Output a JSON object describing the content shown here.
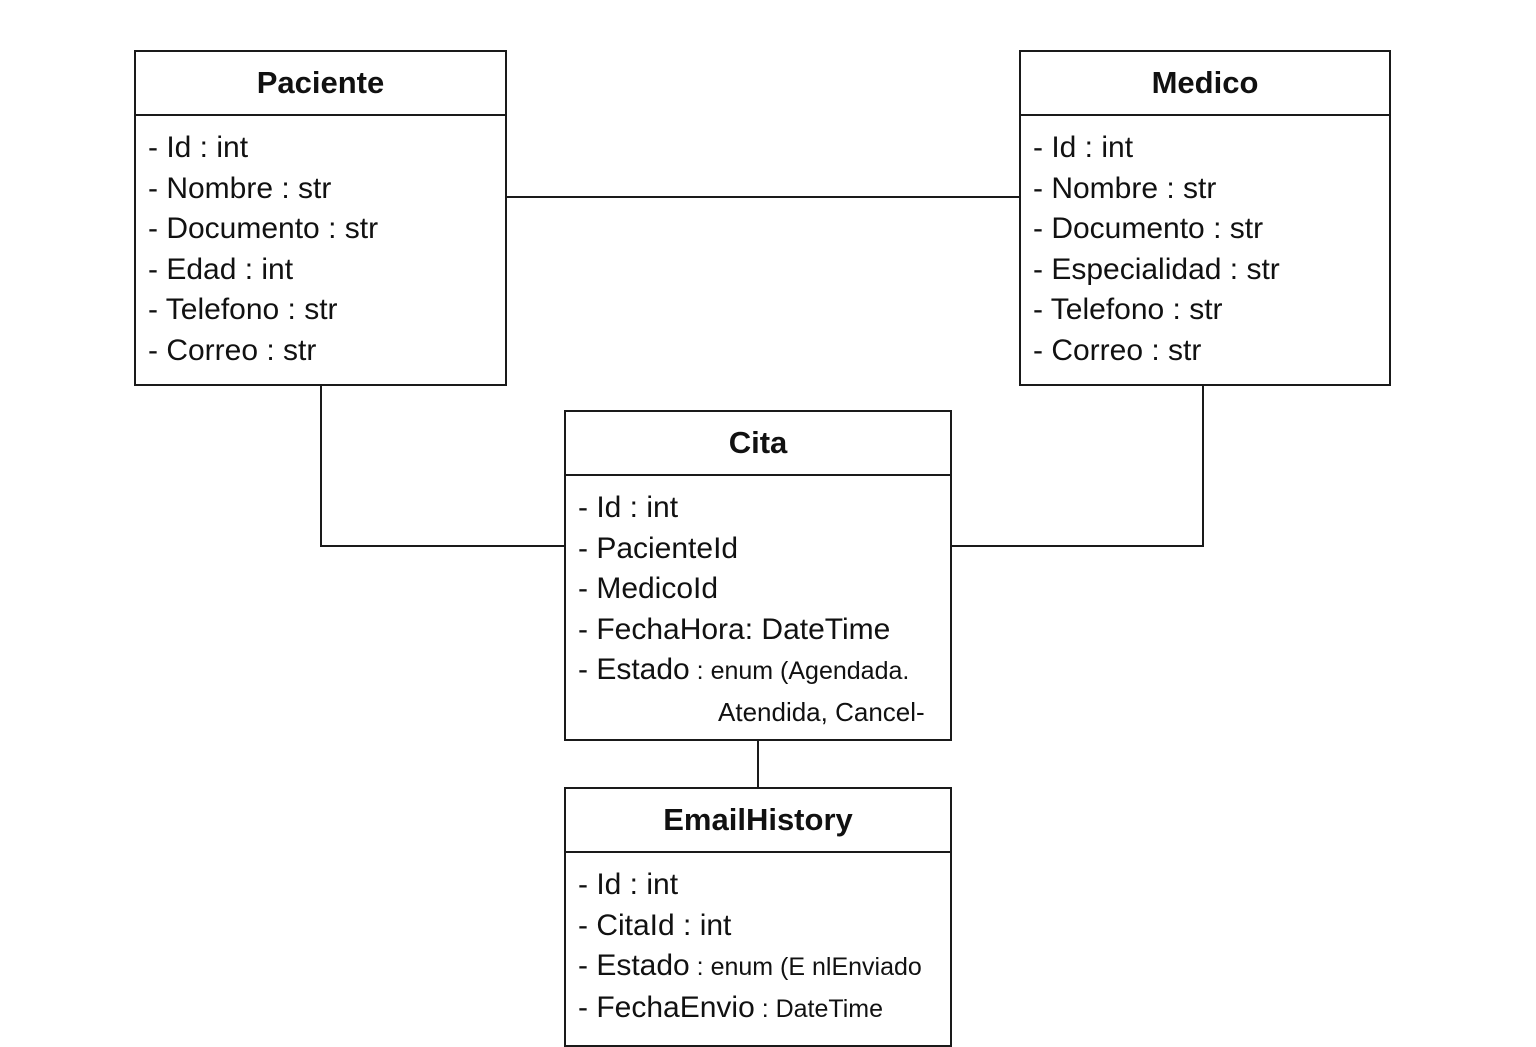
{
  "classes": {
    "paciente": {
      "name": "Paciente",
      "attributes": [
        "- Id : int",
        "- Nombre : str",
        "- Documento : str",
        "- Edad : int",
        "- Telefono : str",
        "- Correo : str"
      ]
    },
    "medico": {
      "name": "Medico",
      "attributes": [
        "- Id : int",
        "- Nombre : str",
        "- Documento : str",
        "- Especialidad : str",
        "- Telefono : str",
        "- Correo : str"
      ]
    },
    "cita": {
      "name": "Cita",
      "attributes": [
        "- Id : int",
        "- PacienteId",
        "- MedicoId",
        "- FechaHora: DateTime"
      ],
      "estado": {
        "name": "- Estado",
        "type": " : enum (Agendada.",
        "continuation": "Atendida, Cancel-"
      }
    },
    "email_history": {
      "name": "EmailHistory",
      "attributes": [
        "- Id : int",
        "- CitaId : int"
      ],
      "estado": {
        "name": "- Estado",
        "type": " : enum (E nlEnviado"
      },
      "fecha_envio": {
        "name": "- FechaEnvio",
        "type": " : DateTime"
      }
    }
  }
}
